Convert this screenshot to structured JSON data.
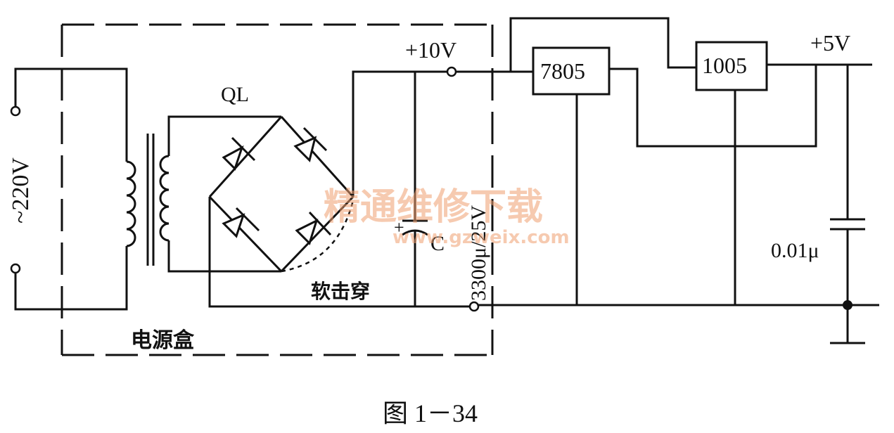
{
  "labels": {
    "ac_input": "~220V",
    "rectifier": "QL",
    "output_10v": "+10V",
    "regulator_1": "7805",
    "regulator_2": "1005",
    "output_5v": "+5V",
    "bypass_cap": "0.01μ",
    "filter_cap": "3300μ/25V",
    "cap_polarity": "+",
    "cap_ref": "C",
    "soft_breakdown": "软击穿",
    "power_box": "电源盒",
    "figure_caption": "图 1－34"
  },
  "watermark": {
    "title": "精通维修下载",
    "url": "www.gzweix.com"
  }
}
